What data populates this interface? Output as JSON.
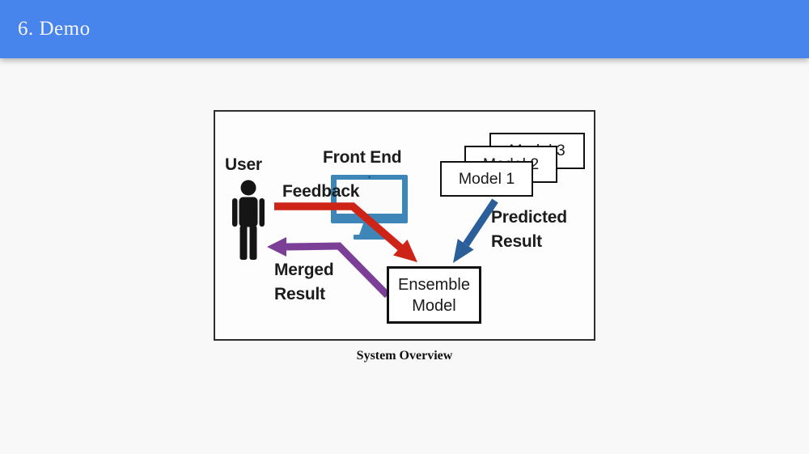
{
  "header": {
    "title": "6. Demo",
    "background_color": "#4784ec",
    "text_color": "#f4f6fb"
  },
  "diagram": {
    "caption": "System Overview",
    "labels": {
      "user": "User",
      "front_end": "Front End",
      "feedback": "Feedback",
      "merged_result": "Merged Result",
      "predicted_result": "Predicted Result"
    },
    "boxes": {
      "models": [
        {
          "label": "Model 1"
        },
        {
          "label": "Model 2"
        },
        {
          "label": "Model 3"
        }
      ],
      "ensemble": {
        "label": "Ensemble Model"
      }
    },
    "icons": [
      {
        "name": "user-person-icon",
        "color": "#151515"
      },
      {
        "name": "monitor-icon",
        "color": "#3e86b8"
      }
    ],
    "arrows": [
      {
        "name": "feedback-arrow",
        "label": "Feedback",
        "from": "User",
        "to": "Ensemble Model",
        "color": "#ce2418"
      },
      {
        "name": "predicted-result-arrow",
        "label": "Predicted Result",
        "from": "Model 1",
        "to": "Ensemble Model",
        "color": "#2b5f9a"
      },
      {
        "name": "merged-result-arrow",
        "label": "Merged Result",
        "from": "Ensemble Model",
        "to": "User",
        "color": "#7b3f98"
      }
    ]
  }
}
